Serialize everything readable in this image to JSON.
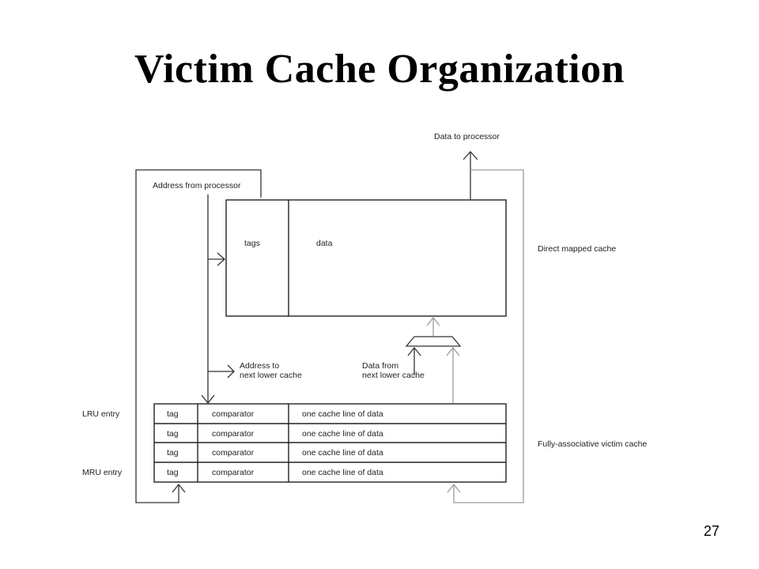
{
  "slide": {
    "title": "Victim Cache Organization",
    "page_number": "27"
  },
  "diagram": {
    "labels": {
      "data_to_processor": "Data to processor",
      "address_from_processor": "Address from processor",
      "tags": "tags",
      "data": "data",
      "direct_mapped_cache": "Direct mapped cache",
      "address_to_next_lower_cache_1": "Address to",
      "address_to_next_lower_cache_2": "next lower cache",
      "data_from_next_lower_cache_1": "Data from",
      "data_from_next_lower_cache_2": "next lower cache",
      "lru_entry": "LRU entry",
      "mru_entry": "MRU entry",
      "fully_associative_victim_cache": "Fully-associative victim cache"
    },
    "victim_rows": [
      {
        "tag": "tag",
        "comparator": "comparator",
        "line": "one cache line of data"
      },
      {
        "tag": "tag",
        "comparator": "comparator",
        "line": "one cache line of data"
      },
      {
        "tag": "tag",
        "comparator": "comparator",
        "line": "one cache line of data"
      },
      {
        "tag": "tag",
        "comparator": "comparator",
        "line": "one cache line of data"
      }
    ]
  }
}
